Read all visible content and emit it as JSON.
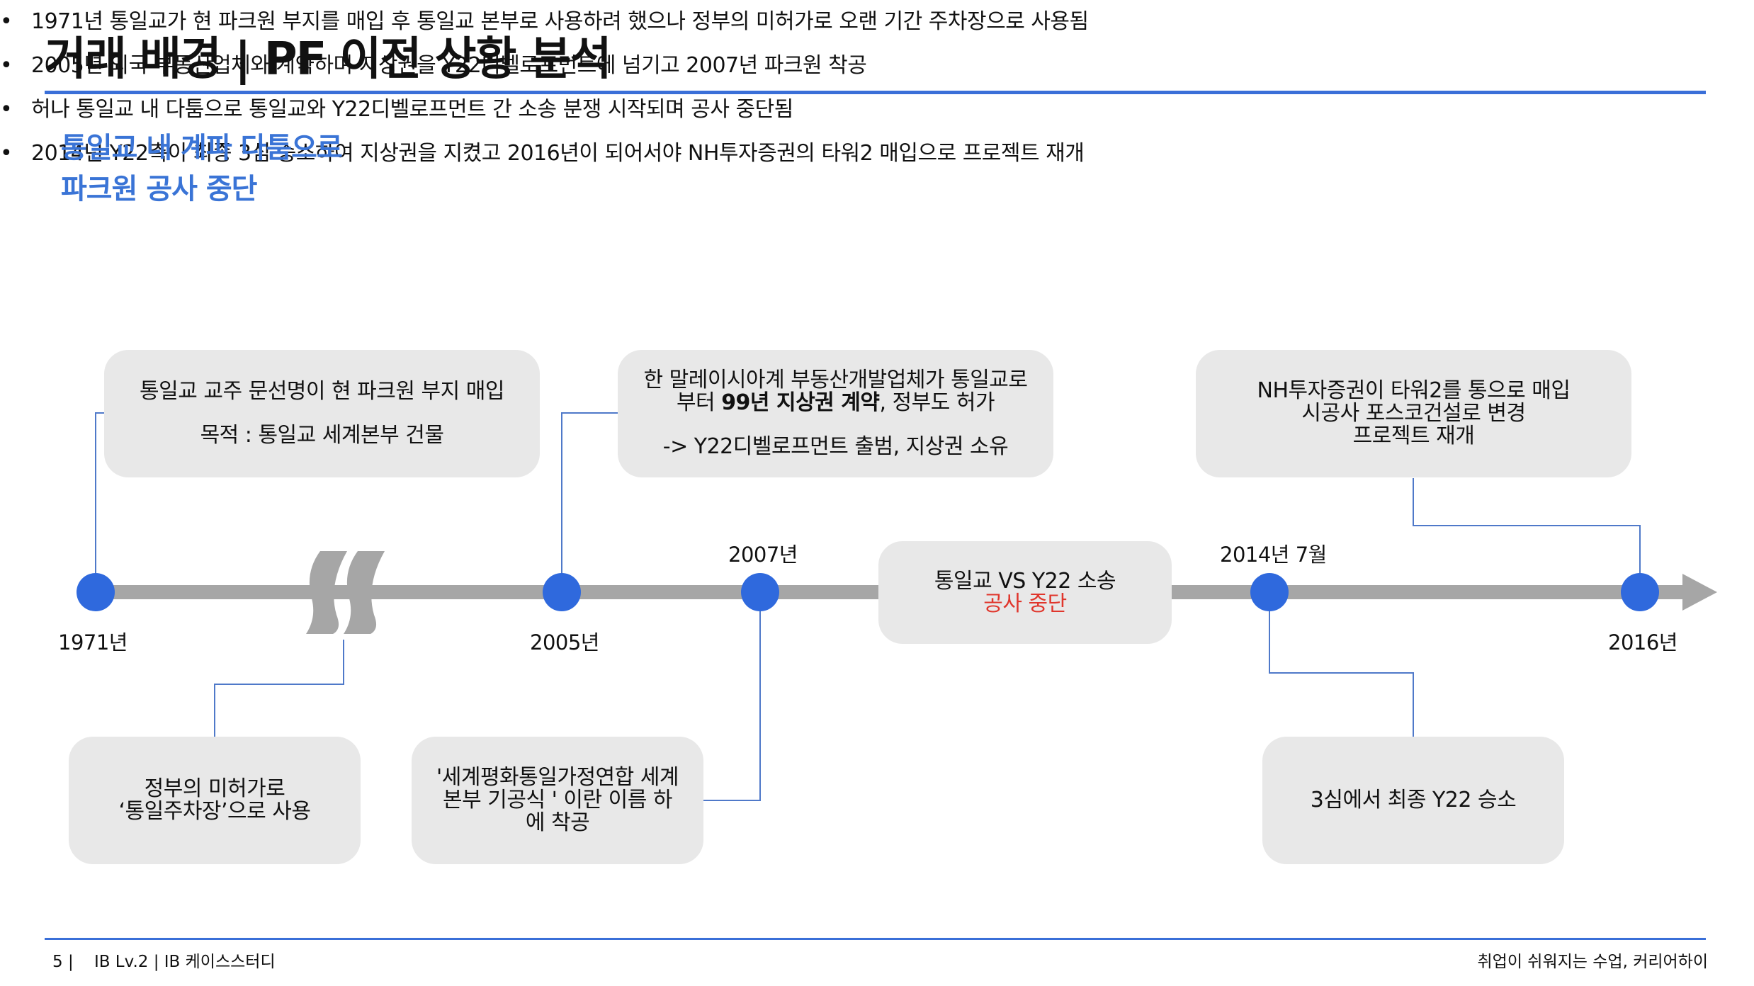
{
  "header": {
    "title": "거래 배경 | PF 이전 상황 분석"
  },
  "section": {
    "subhead_line1": "통일교 내 계파 다툼으로",
    "subhead_line2": "파크원 공사 중단",
    "bullets": [
      "1971년 통일교가 현 파크원 부지를 매입 후 통일교 본부로 사용하려 했으나 정부의 미허가로 오랜 기간 주차장으로 사용됨",
      "2005년 외국 부동산업체와 계약하며 지상권을 Y22디벨로프먼트에 넘기고 2007년 파크원 착공",
      "허나 통일교 내 다툼으로 통일교와 Y22디벨로프먼트 간 소송 분쟁 시작되며 공사 중단됨",
      "2014년 Y22측이 최종 3심 승소하여 지상권을 지켰고 2016년이 되어서야 NH투자증권의 타워2 매입으로 프로젝트 재개"
    ],
    "bullet_mark": "•"
  },
  "timeline": {
    "labels": {
      "y1971": "1971년",
      "y2005": "2005년",
      "y2007": "2007년",
      "y2014": "2014년 7월",
      "y2016": "2016년"
    },
    "box_1971": {
      "line1": "통일교 교주 문선명이 현 파크원 부지 매입",
      "line2": "목적 : 통일교 세계본부 건물"
    },
    "box_2005": {
      "line1": "한 말레이시아계 부동산개발업체가 통일교로",
      "line2_pre": "부터 ",
      "line2_bold": "99년 지상권 계약",
      "line2_post": ", 정부도 허가",
      "line3": "-> Y22디벨로프먼트 출범, 지상권 소유"
    },
    "box_2016": {
      "line1": "NH투자증권이 타워2를 통으로 매입",
      "line2": "시공사 포스코건설로 변경",
      "line3": "프로젝트 재개"
    },
    "box_dispute": {
      "line1": "통일교 VS Y22 소송",
      "line2": "공사 중단"
    },
    "box_parking": {
      "line1": "정부의 미허가로",
      "line2": "‘통일주차장’으로 사용"
    },
    "box_2007": {
      "line1": "'세계평화통일가정연합 세계",
      "line2": "본부 기공식 ' 이란 이름 하",
      "line3": "에 착공"
    },
    "box_2014": {
      "line1": "3심에서 최종 Y22 승소"
    },
    "colors": {
      "node": "#2f69dd",
      "axis": "#a6a6a6",
      "box": "#e8e8e8",
      "connector": "#4f79c9",
      "accent_red": "#e0362c"
    }
  },
  "footer": {
    "left": "5 |    IB Lv.2 | IB 케이스스터디",
    "right": "취업이 쉬워지는 수업, 커리어하이"
  }
}
